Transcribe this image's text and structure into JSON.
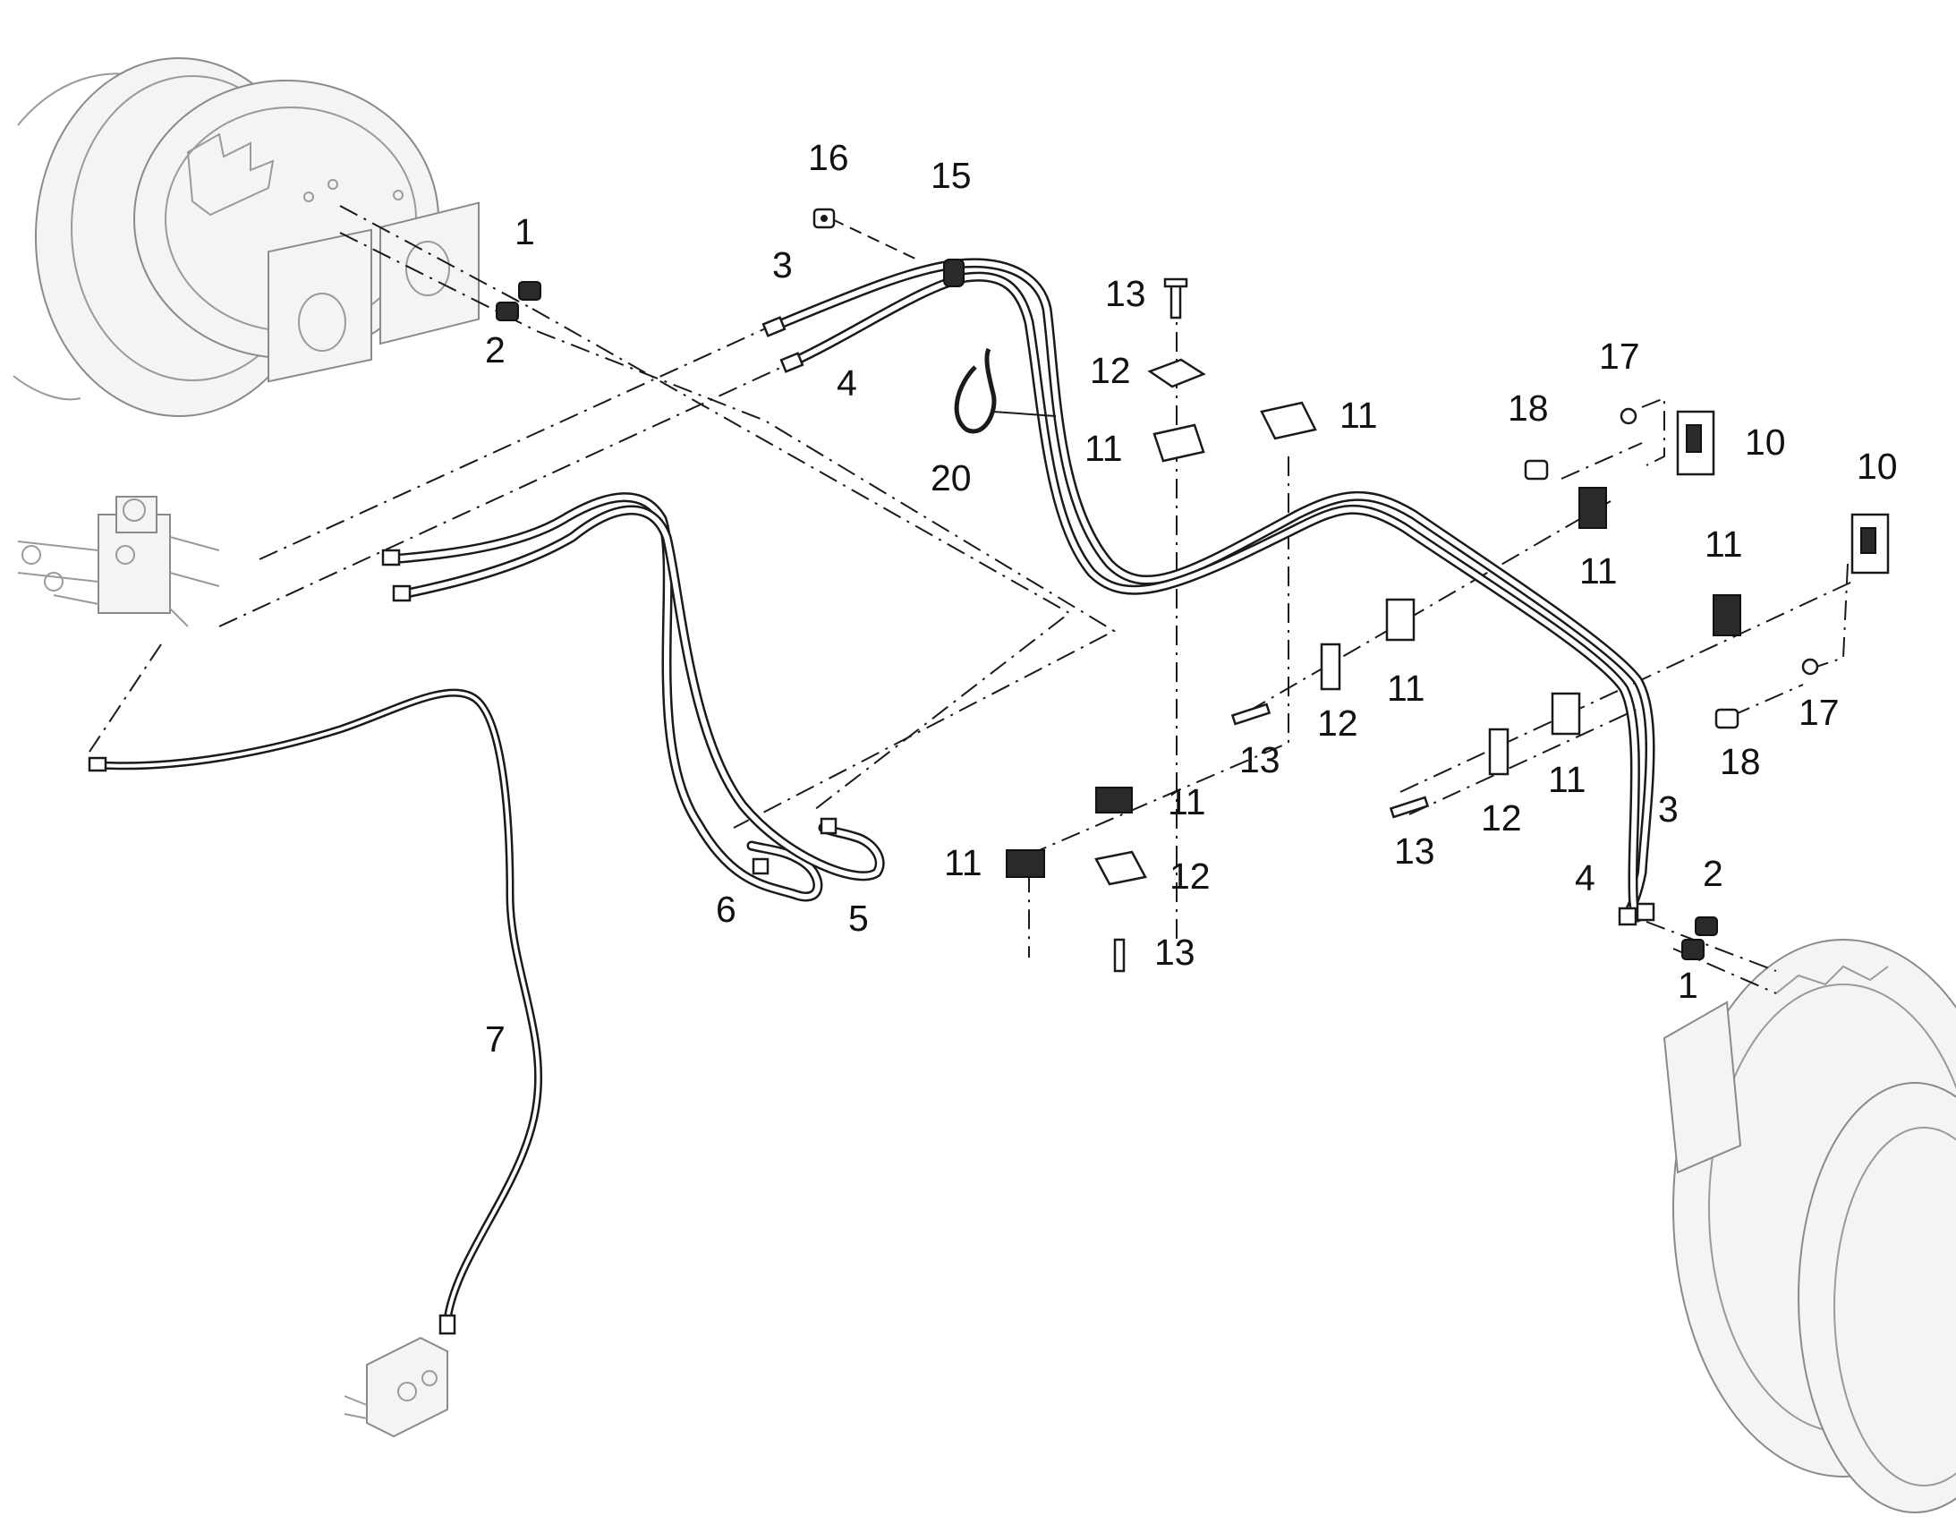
{
  "callouts": [
    {
      "id": "c16",
      "text": "16"
    },
    {
      "id": "c15",
      "text": "15"
    },
    {
      "id": "c1a",
      "text": "1"
    },
    {
      "id": "c2a",
      "text": "2"
    },
    {
      "id": "c3a",
      "text": "3"
    },
    {
      "id": "c4a",
      "text": "4"
    },
    {
      "id": "c13a",
      "text": "13"
    },
    {
      "id": "c12a",
      "text": "12"
    },
    {
      "id": "c11a",
      "text": "11"
    },
    {
      "id": "c11b",
      "text": "11"
    },
    {
      "id": "c20",
      "text": "20"
    },
    {
      "id": "c17a",
      "text": "17"
    },
    {
      "id": "c18a",
      "text": "18"
    },
    {
      "id": "c10a",
      "text": "10"
    },
    {
      "id": "c10b",
      "text": "10"
    },
    {
      "id": "c11c",
      "text": "11"
    },
    {
      "id": "c11d",
      "text": "11"
    },
    {
      "id": "c11e",
      "text": "11"
    },
    {
      "id": "c12b",
      "text": "12"
    },
    {
      "id": "c13b",
      "text": "13"
    },
    {
      "id": "c17b",
      "text": "17"
    },
    {
      "id": "c18b",
      "text": "18"
    },
    {
      "id": "c11f",
      "text": "11"
    },
    {
      "id": "c11g",
      "text": "11"
    },
    {
      "id": "c12c",
      "text": "12"
    },
    {
      "id": "c13c",
      "text": "13"
    },
    {
      "id": "c3b",
      "text": "3"
    },
    {
      "id": "c11h",
      "text": "11"
    },
    {
      "id": "c12d",
      "text": "12"
    },
    {
      "id": "c13d",
      "text": "13"
    },
    {
      "id": "c2b",
      "text": "2"
    },
    {
      "id": "c4b",
      "text": "4"
    },
    {
      "id": "c1b",
      "text": "1"
    },
    {
      "id": "c6",
      "text": "6"
    },
    {
      "id": "c5",
      "text": "5"
    },
    {
      "id": "c7",
      "text": "7"
    }
  ]
}
